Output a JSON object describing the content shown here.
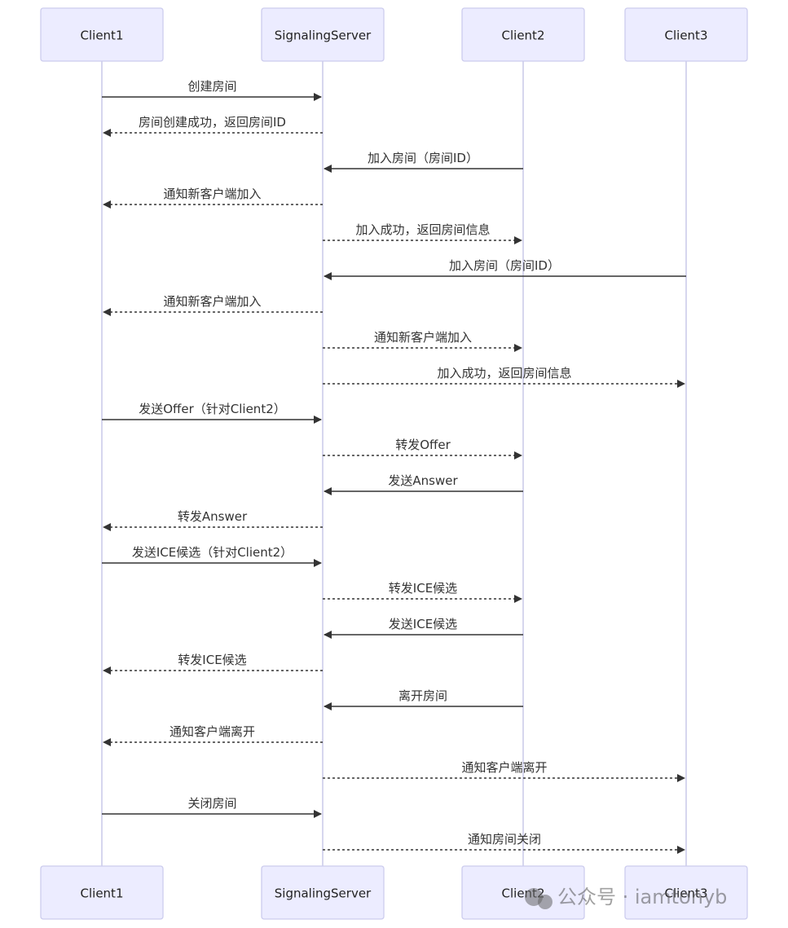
{
  "participants": [
    {
      "id": "c1",
      "label": "Client1"
    },
    {
      "id": "srv",
      "label": "SignalingServer"
    },
    {
      "id": "c2",
      "label": "Client2"
    },
    {
      "id": "c3",
      "label": "Client3"
    }
  ],
  "messages": [
    {
      "from": "c1",
      "to": "srv",
      "text": "创建房间",
      "style": "solid"
    },
    {
      "from": "srv",
      "to": "c1",
      "text": "房间创建成功，返回房间ID",
      "style": "dashed"
    },
    {
      "from": "c2",
      "to": "srv",
      "text": "加入房间（房间ID）",
      "style": "solid"
    },
    {
      "from": "srv",
      "to": "c1",
      "text": "通知新客户端加入",
      "style": "dashed"
    },
    {
      "from": "srv",
      "to": "c2",
      "text": "加入成功，返回房间信息",
      "style": "dashed"
    },
    {
      "from": "c3",
      "to": "srv",
      "text": "加入房间（房间ID）",
      "style": "solid"
    },
    {
      "from": "srv",
      "to": "c1",
      "text": "通知新客户端加入",
      "style": "dashed"
    },
    {
      "from": "srv",
      "to": "c2",
      "text": "通知新客户端加入",
      "style": "dashed"
    },
    {
      "from": "srv",
      "to": "c3",
      "text": "加入成功，返回房间信息",
      "style": "dashed"
    },
    {
      "from": "c1",
      "to": "srv",
      "text": "发送Offer（针对Client2）",
      "style": "solid"
    },
    {
      "from": "srv",
      "to": "c2",
      "text": "转发Offer",
      "style": "dashed"
    },
    {
      "from": "c2",
      "to": "srv",
      "text": "发送Answer",
      "style": "solid"
    },
    {
      "from": "srv",
      "to": "c1",
      "text": "转发Answer",
      "style": "dashed"
    },
    {
      "from": "c1",
      "to": "srv",
      "text": "发送ICE候选（针对Client2）",
      "style": "solid"
    },
    {
      "from": "srv",
      "to": "c2",
      "text": "转发ICE候选",
      "style": "dashed"
    },
    {
      "from": "c2",
      "to": "srv",
      "text": "发送ICE候选",
      "style": "solid"
    },
    {
      "from": "srv",
      "to": "c1",
      "text": "转发ICE候选",
      "style": "dashed"
    },
    {
      "from": "c2",
      "to": "srv",
      "text": "离开房间",
      "style": "solid"
    },
    {
      "from": "srv",
      "to": "c1",
      "text": "通知客户端离开",
      "style": "dashed"
    },
    {
      "from": "srv",
      "to": "c3",
      "text": "通知客户端离开",
      "style": "dashed"
    },
    {
      "from": "c1",
      "to": "srv",
      "text": "关闭房间",
      "style": "solid"
    },
    {
      "from": "srv",
      "to": "c3",
      "text": "通知房间关闭",
      "style": "dashed"
    }
  ],
  "watermark": {
    "text": "公众号 · iamtonyb",
    "icon": "wechat-icon"
  }
}
